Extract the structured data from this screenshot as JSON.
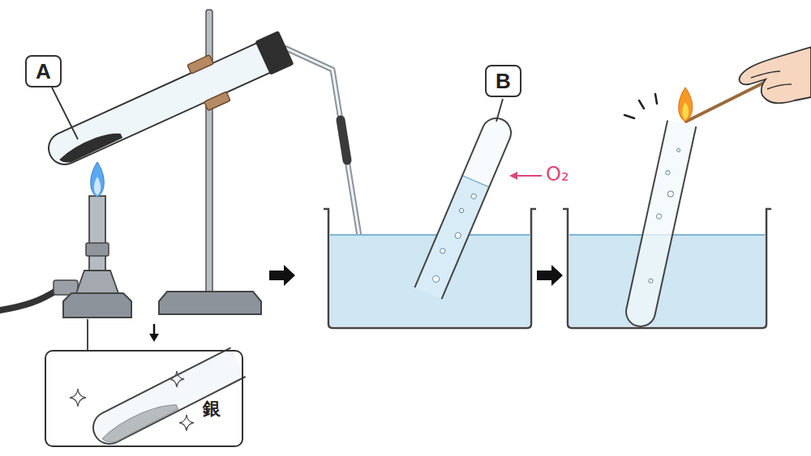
{
  "diagram": {
    "nodes": [
      {
        "text": [
          "A"
        ]
      },
      {
        "text": [
          "B"
        ]
      },
      {
        "text": [
          "銀"
        ]
      }
    ],
    "labels": [
      "O₂"
    ]
  }
}
